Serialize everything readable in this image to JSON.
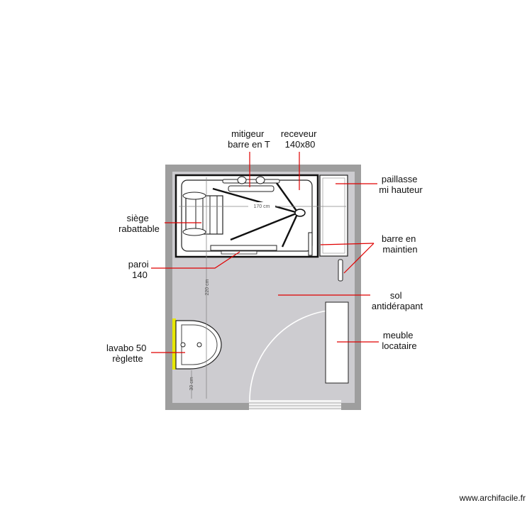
{
  "labels": {
    "mitigeur": [
      "mitigeur",
      "barre en T"
    ],
    "receveur": [
      "receveur",
      "140x80"
    ],
    "paillasse": [
      "paillasse",
      "mi hauteur"
    ],
    "siege": [
      "siège",
      "rabattable"
    ],
    "barre": [
      "barre en",
      "maintien"
    ],
    "paroi": [
      "paroi",
      "140"
    ],
    "sol": [
      "sol",
      "antidérapant"
    ],
    "meuble": [
      "meuble",
      "locataire"
    ],
    "lavabo": [
      "lavabo 50",
      "règlette"
    ]
  },
  "dimensions": {
    "width": "170 cm",
    "length": "220 cm",
    "lavabo_offset": "30 cm"
  },
  "credit": "www.archifacile.fr",
  "colors": {
    "wall": "#9e9e9e",
    "floor": "#cdccd0",
    "leader": "#e00000",
    "regle": "#e8e800"
  }
}
